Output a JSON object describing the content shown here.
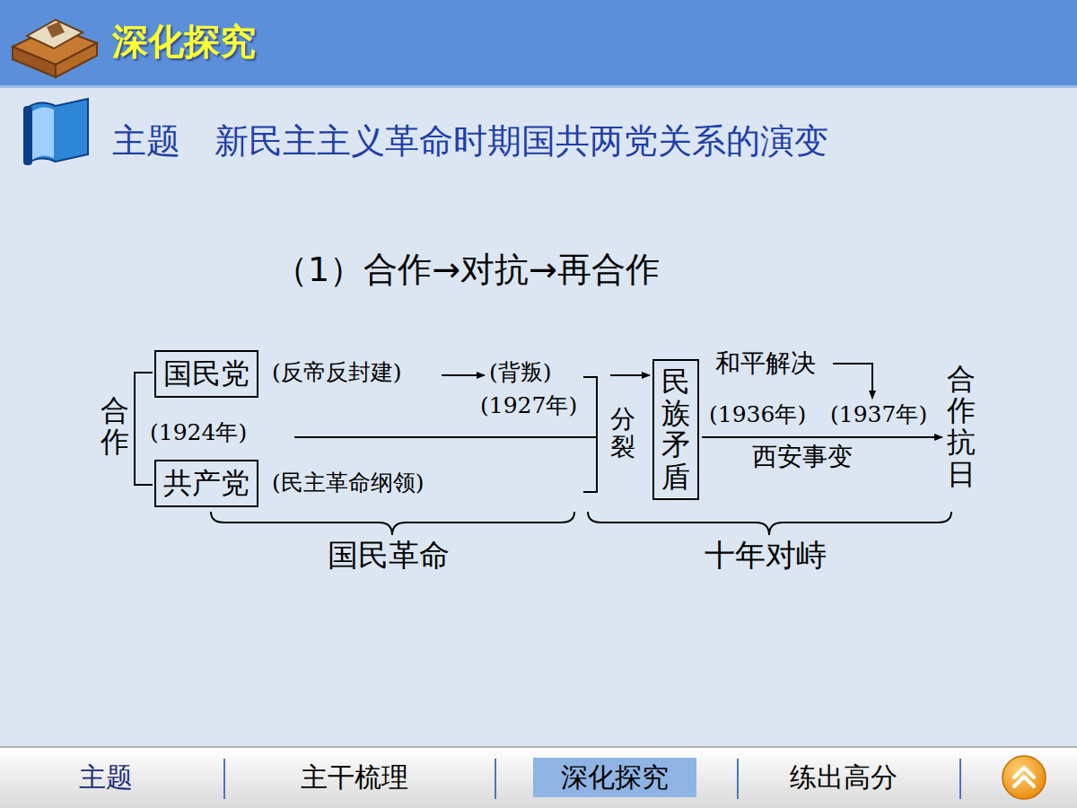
{
  "diagram": {
    "title": "深化探究",
    "nodes": [
      {
        "text": [
          "国民党"
        ]
      },
      {
        "text": [
          "共产党"
        ]
      },
      {
        "text": [
          "民族矛盾"
        ]
      },
      {
        "text": [
          "深化探究"
        ]
      }
    ],
    "labels": [
      "主题　新民主主义革命时期国共两党关系的演变",
      "（1）合作→对抗→再合作",
      "合作",
      "(1924年)",
      "(反帝反封建)",
      "(背叛)",
      "(1927年)",
      "(民主革命纲领)",
      "分裂",
      "和平解决",
      "(1936年)",
      "(1937年)",
      "西安事变",
      "合作抗日",
      "国民革命",
      "十年对峙",
      "主题",
      "主干梳理",
      "练出高分"
    ]
  }
}
